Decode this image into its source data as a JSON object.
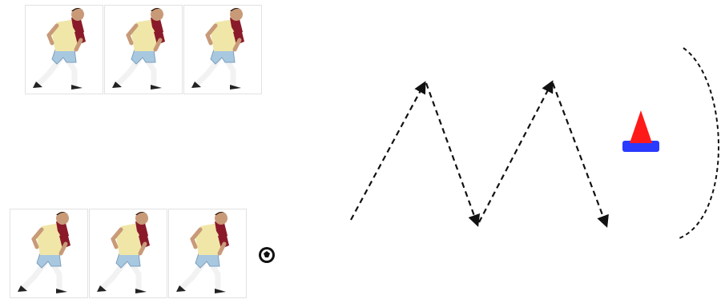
{
  "diagram": {
    "top_row_players": 3,
    "bottom_row_players": 3,
    "has_ball": true,
    "has_cone": true,
    "path_style": "dashed-zigzag",
    "colors": {
      "background": "#ffffff",
      "path": "#111111",
      "player_shirt": "#f0e6a8",
      "player_sleeve": "#8a1a2a",
      "player_shorts": "#a8c8e0",
      "player_skin": "#c89a78",
      "player_socks": "#f2f2f2",
      "player_boots": "#222222",
      "card_border": "#dddddd",
      "cone_body": "#ff1a1a",
      "cone_base": "#2a3aff",
      "ball": "#111111"
    }
  }
}
